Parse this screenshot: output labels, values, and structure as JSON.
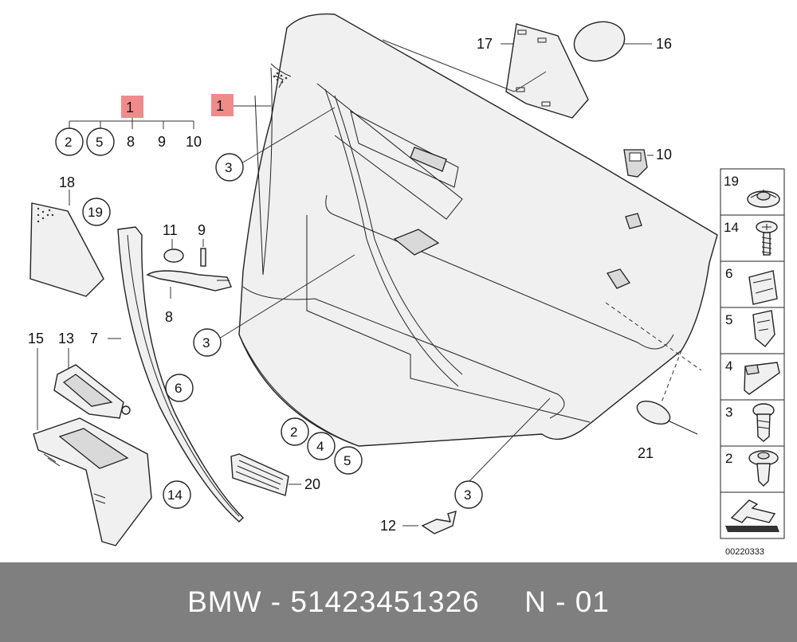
{
  "diagram": {
    "highlight_color": "#f08b8b",
    "footer_color": "#7f7f7f",
    "part_color": "#f0f0f0",
    "callouts": {
      "main_1": "1",
      "left_1": "1",
      "sub_2": "2",
      "sub_5": "5",
      "sub_8": "8",
      "sub_9": "9",
      "sub_10": "10",
      "c3_top": "3",
      "c3_mid": "3",
      "c3_bottom": "3",
      "c6": "6",
      "c14_bottom": "14",
      "c19_left": "19",
      "c2_lower": "2",
      "c4_lower": "4",
      "c5_lower": "5",
      "n17": "17",
      "n16": "16",
      "n10_clip": "10",
      "n18": "18",
      "n11": "11",
      "n9_pin": "9",
      "n8_handle": "8",
      "n15": "15",
      "n13": "13",
      "n7": "7",
      "n20": "20",
      "n21": "21",
      "n12": "12"
    },
    "fastener_table": [
      "19",
      "14",
      "6",
      "5",
      "4",
      "3",
      "2"
    ],
    "reference_code": "00220333"
  },
  "footer": {
    "text": "BMW - 51423451326     N - 01"
  }
}
